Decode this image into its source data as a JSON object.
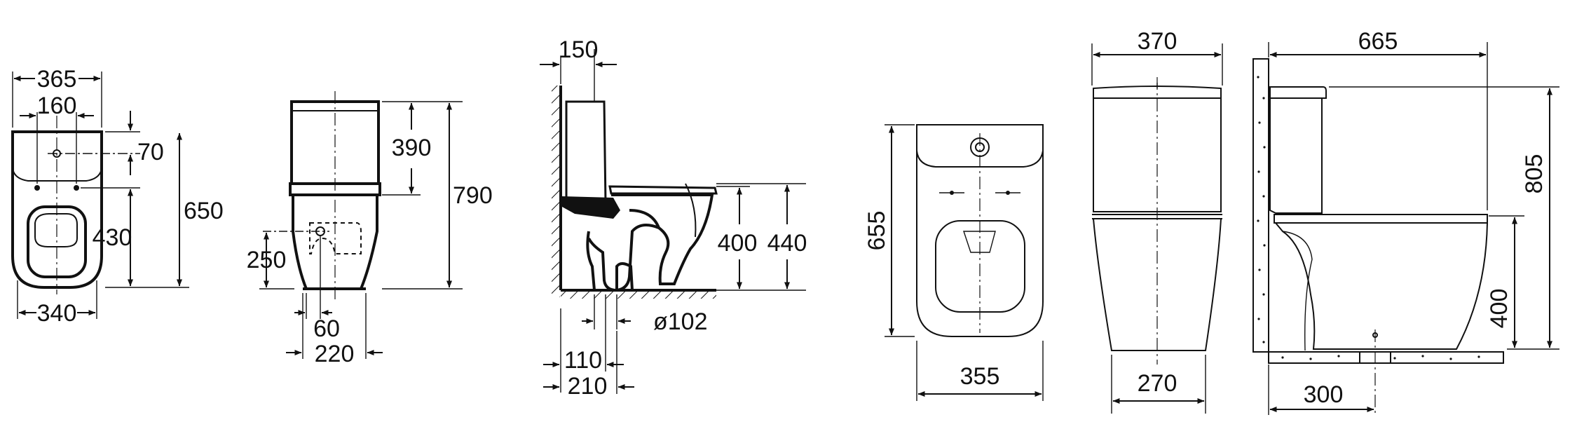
{
  "dimensions": {
    "plan_small": {
      "top_width": "365",
      "inlet_spacing": "160",
      "inlet_offset": "70",
      "total_depth": "650",
      "seat_depth": "430",
      "bottom_width": "340"
    },
    "front": {
      "cistern_height": "390",
      "total_height": "790",
      "outlet_height": "250",
      "outlet_offset": "60",
      "base_width": "220"
    },
    "side": {
      "wall_gap": "150",
      "seat_height_inner": "400",
      "seat_height": "440",
      "pipe_diameter": "ø102",
      "outlet_axis": "110",
      "base_depth": "210"
    },
    "plan_large": {
      "depth": "655",
      "width": "355"
    },
    "front_large": {
      "top_width": "370",
      "base_width": "270"
    },
    "side_large": {
      "depth": "665",
      "height": "805",
      "rim_height": "400",
      "outlet_distance": "300"
    }
  }
}
